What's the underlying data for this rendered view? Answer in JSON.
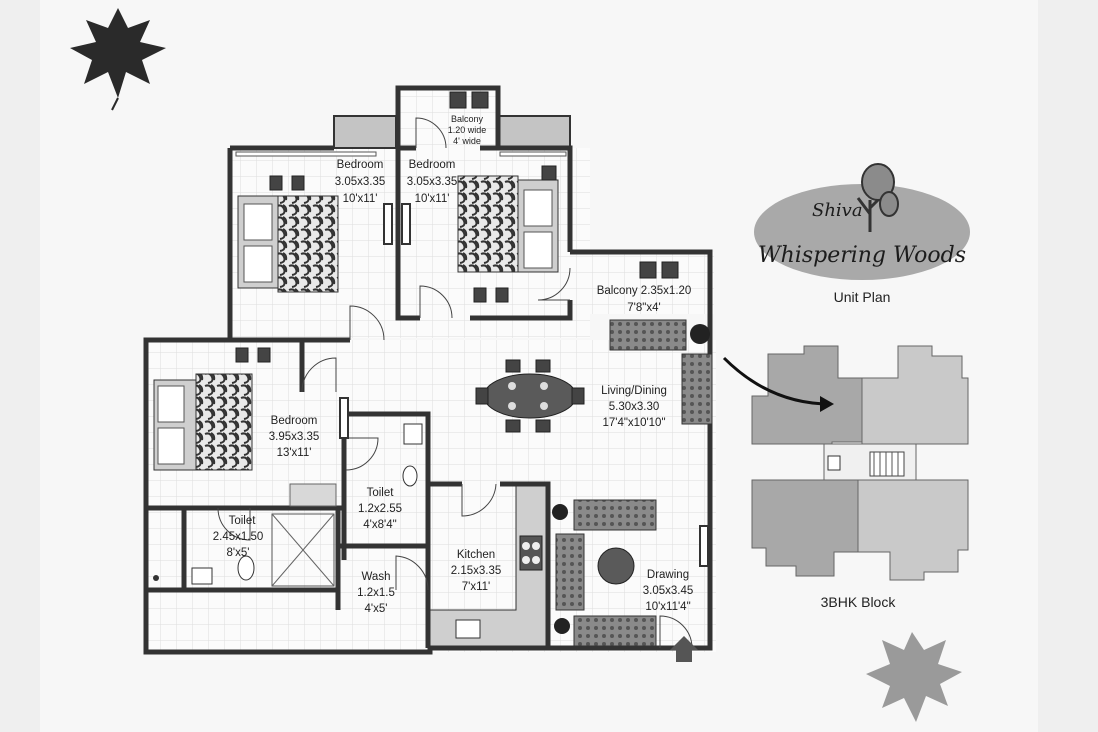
{
  "logo": {
    "line1": "Shiva",
    "line2": "Whispering Woods"
  },
  "headings": {
    "unit_plan": "Unit Plan",
    "block": "3BHK Block"
  },
  "rooms": [
    {
      "name": "Bedroom",
      "metric": "3.05x3.35",
      "imperial": "10'x11'"
    },
    {
      "name": "Bedroom",
      "metric": "3.05x3.35",
      "imperial": "10'x11'"
    },
    {
      "name": "Balcony",
      "metric": "1.20 wide",
      "imperial": "4' wide"
    },
    {
      "name": "Balcony 2.35x1.20",
      "imperial": "7'8\"x4'"
    },
    {
      "name": "Living/Dining",
      "metric": "5.30x3.30",
      "imperial": "17'4\"x10'10\""
    },
    {
      "name": "Bedroom",
      "metric": "3.95x3.35",
      "imperial": "13'x11'"
    },
    {
      "name": "Toilet",
      "metric": "1.2x2.55",
      "imperial": "4'x8'4\""
    },
    {
      "name": "Toilet",
      "metric": "2.45x1.50",
      "imperial": "8'x5'"
    },
    {
      "name": "Wash",
      "metric": "1.2x1.5",
      "imperial": "4'x5'"
    },
    {
      "name": "Kitchen",
      "metric": "2.15x3.35",
      "imperial": "7'x11'"
    },
    {
      "name": "Drawing",
      "metric": "3.05x3.45",
      "imperial": "10'x11'4\""
    }
  ]
}
